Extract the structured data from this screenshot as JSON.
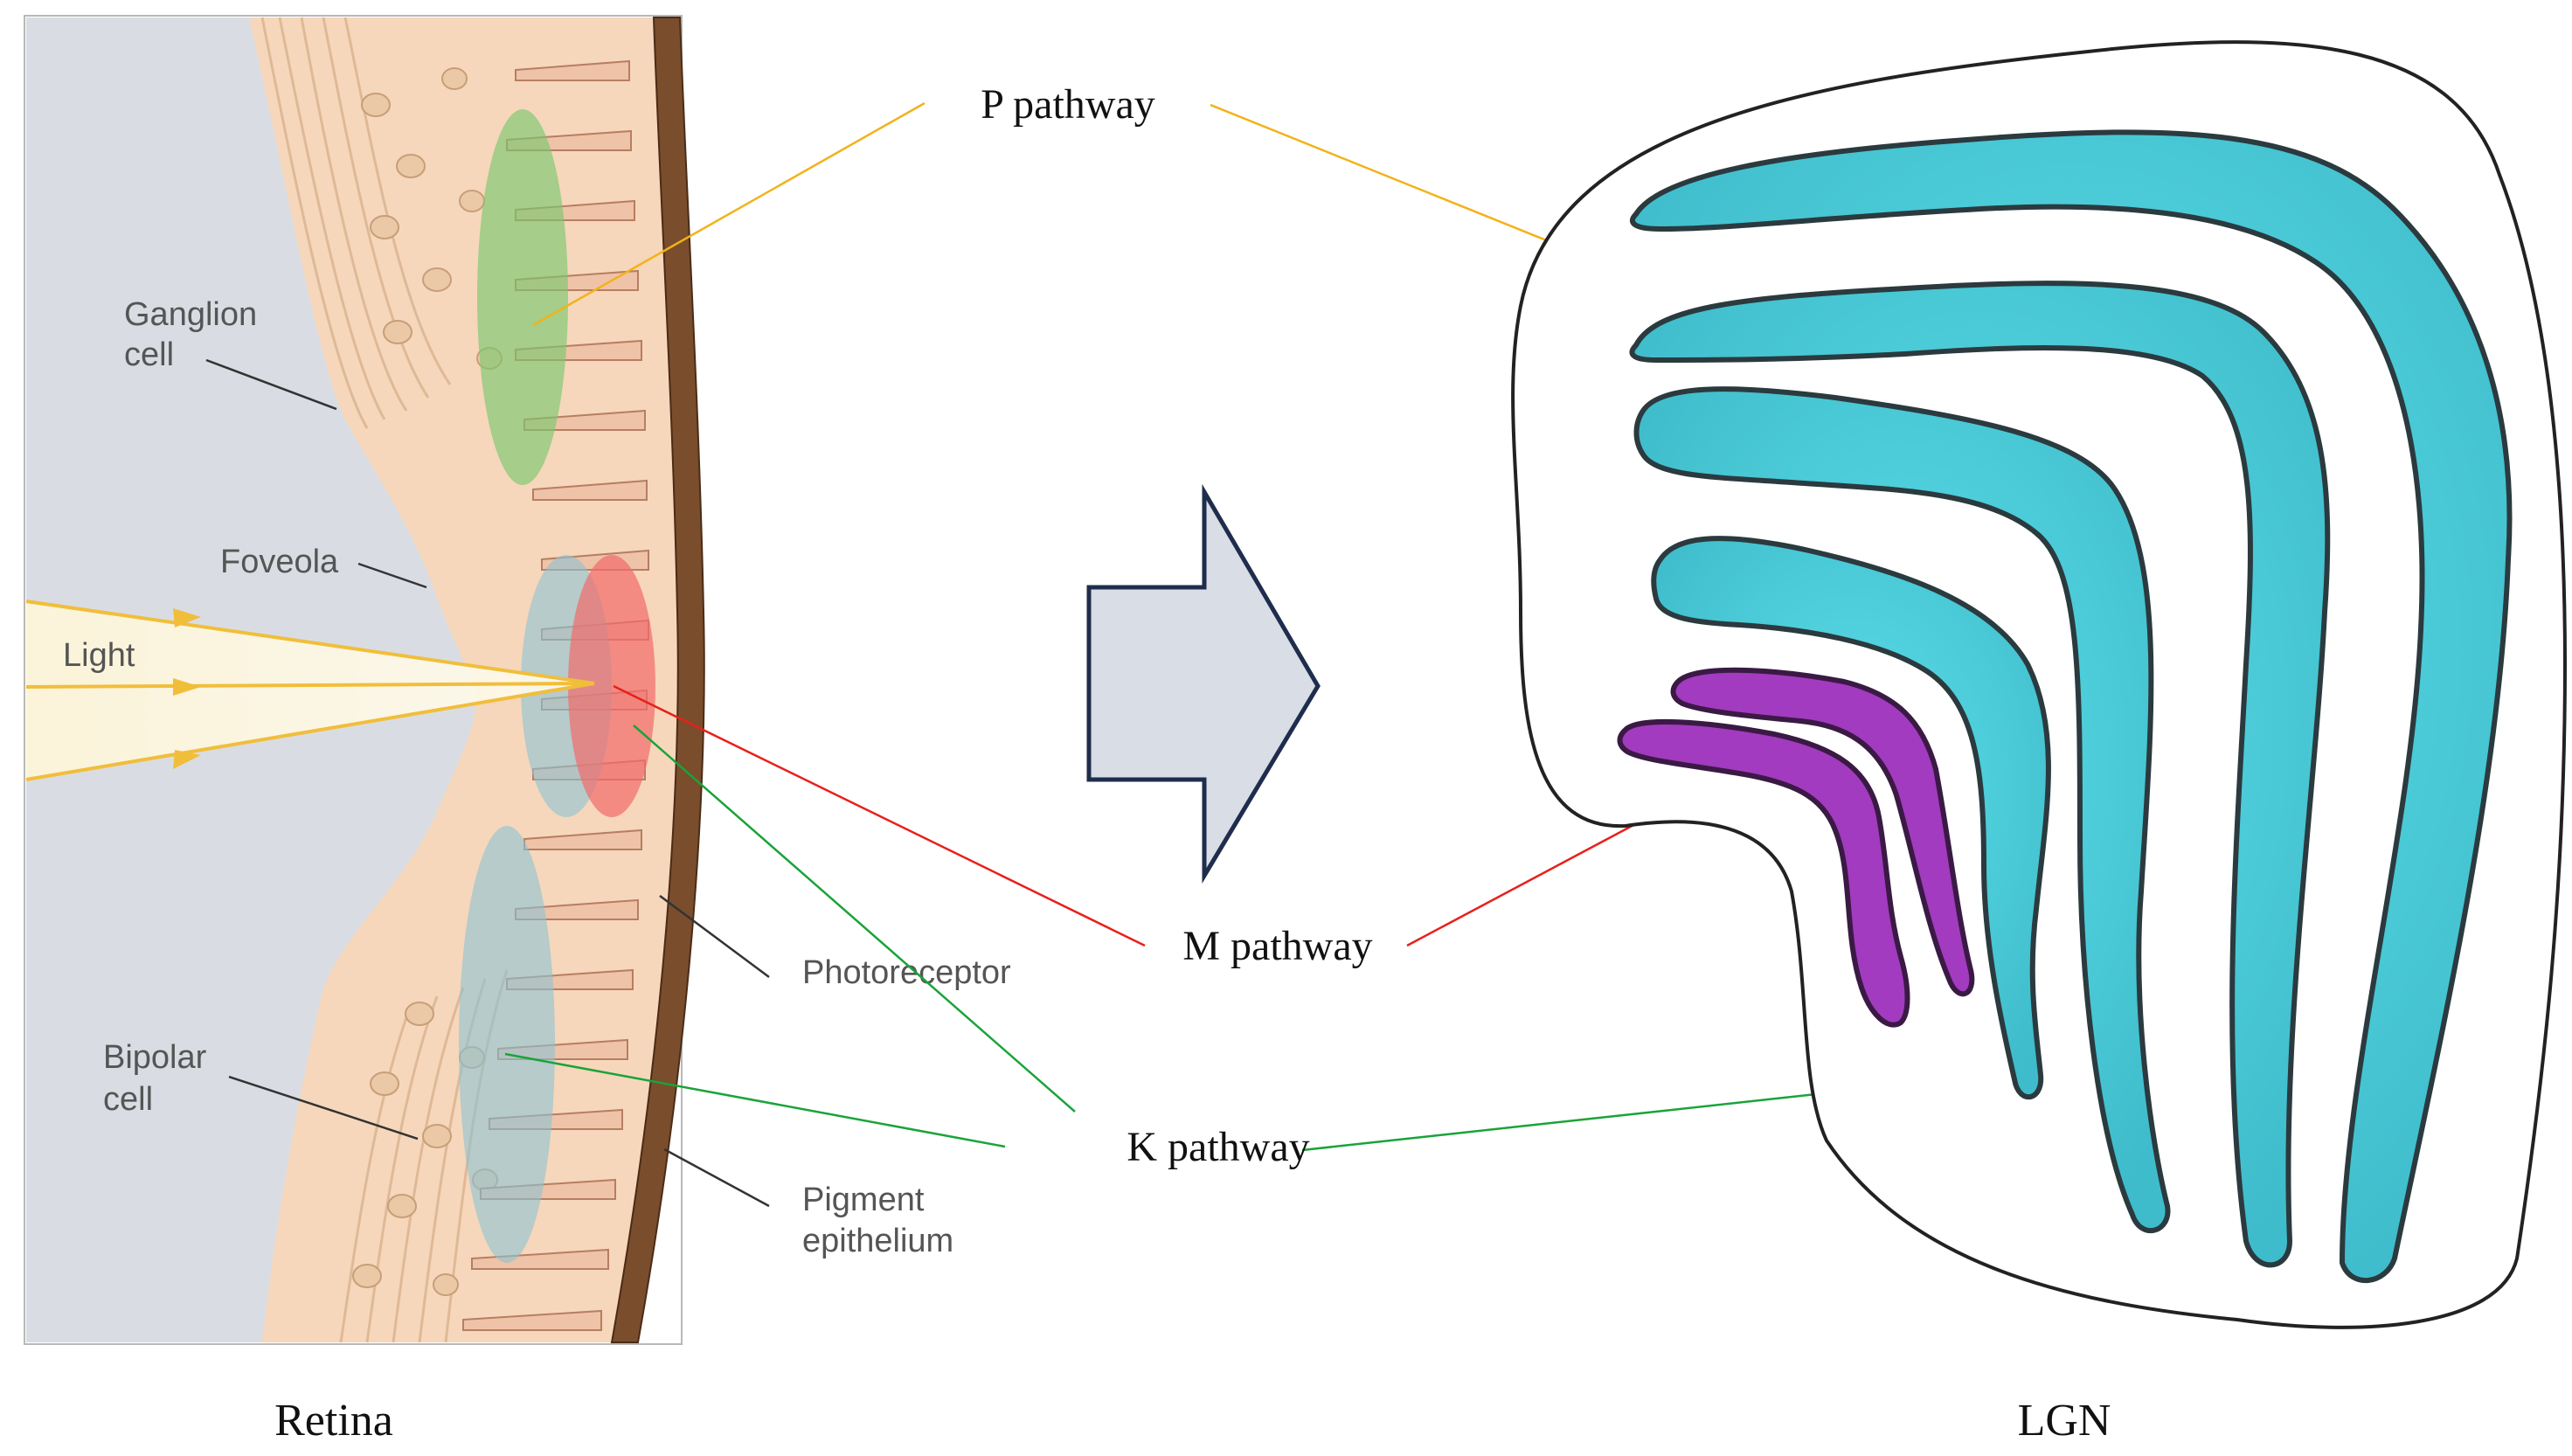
{
  "retina": {
    "labels": {
      "ganglion_l1": "Ganglion",
      "ganglion_l2": "cell",
      "foveola": "Foveola",
      "light": "Light",
      "photoreceptor": "Photoreceptor",
      "bipolar_l1": "Bipolar",
      "bipolar_l2": "cell",
      "pigment_l1": "Pigment",
      "pigment_l2": "epithelium"
    },
    "caption": "Retina"
  },
  "pathways": {
    "p": "P pathway",
    "m": "M pathway",
    "k": "K pathway"
  },
  "lgn": {
    "caption": "LGN"
  },
  "colors": {
    "p_line": "#f2b21a",
    "m_line": "#e8201c",
    "k_line": "#1aa33a",
    "lgn_parvo": "#4fd2dd",
    "lgn_magno": "#a23bbf",
    "retina_tissue": "#f6d7bb",
    "vitreous": "#d9dde3",
    "arrow_fill": "#d8dde6",
    "arrow_stroke": "#1f2d4d"
  }
}
